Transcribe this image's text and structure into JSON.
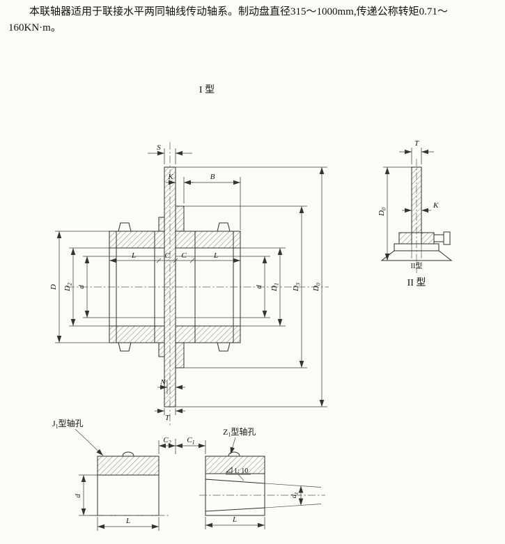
{
  "intro": {
    "text": "本联轴器适用于联接水平两同轴线传动轴系。制动盘直径315～1000mm,传递公称转矩0.71～160KN·m。"
  },
  "captions": {
    "type1": "I 型",
    "type2": "II 型",
    "type2_small": "II型"
  },
  "main_dims": {
    "s": "S",
    "k": "K",
    "b": "B",
    "l_left": "L",
    "c_left": "C",
    "c_right": "C",
    "l_right": "L",
    "d_big": "D",
    "d2_base": "D",
    "d2_sub": "2",
    "d_left": "d",
    "d_right": "d",
    "d1_base": "D",
    "d1_sub": "1",
    "d3_base": "D",
    "d3_sub": "3",
    "d0_base": "D",
    "d0_sub": "0",
    "n": "N",
    "t": "T"
  },
  "type2_dims": {
    "t": "T",
    "d0_base": "D",
    "d0_sub": "0",
    "k": "K"
  },
  "bottom_dims": {
    "c2_base": "C",
    "c2_sub": "2",
    "c1_base": "C",
    "c1_sub": "1",
    "j1_base": "J",
    "j1_sub": "1",
    "j1_rest": "型轴孔",
    "z1_base": "Z",
    "z1_sub": "1",
    "z1_rest": "型轴孔",
    "d": "d",
    "l_left": "L",
    "l_right": "L",
    "dz_base": "d",
    "dz_sub": "z",
    "taper": "1: 10"
  }
}
